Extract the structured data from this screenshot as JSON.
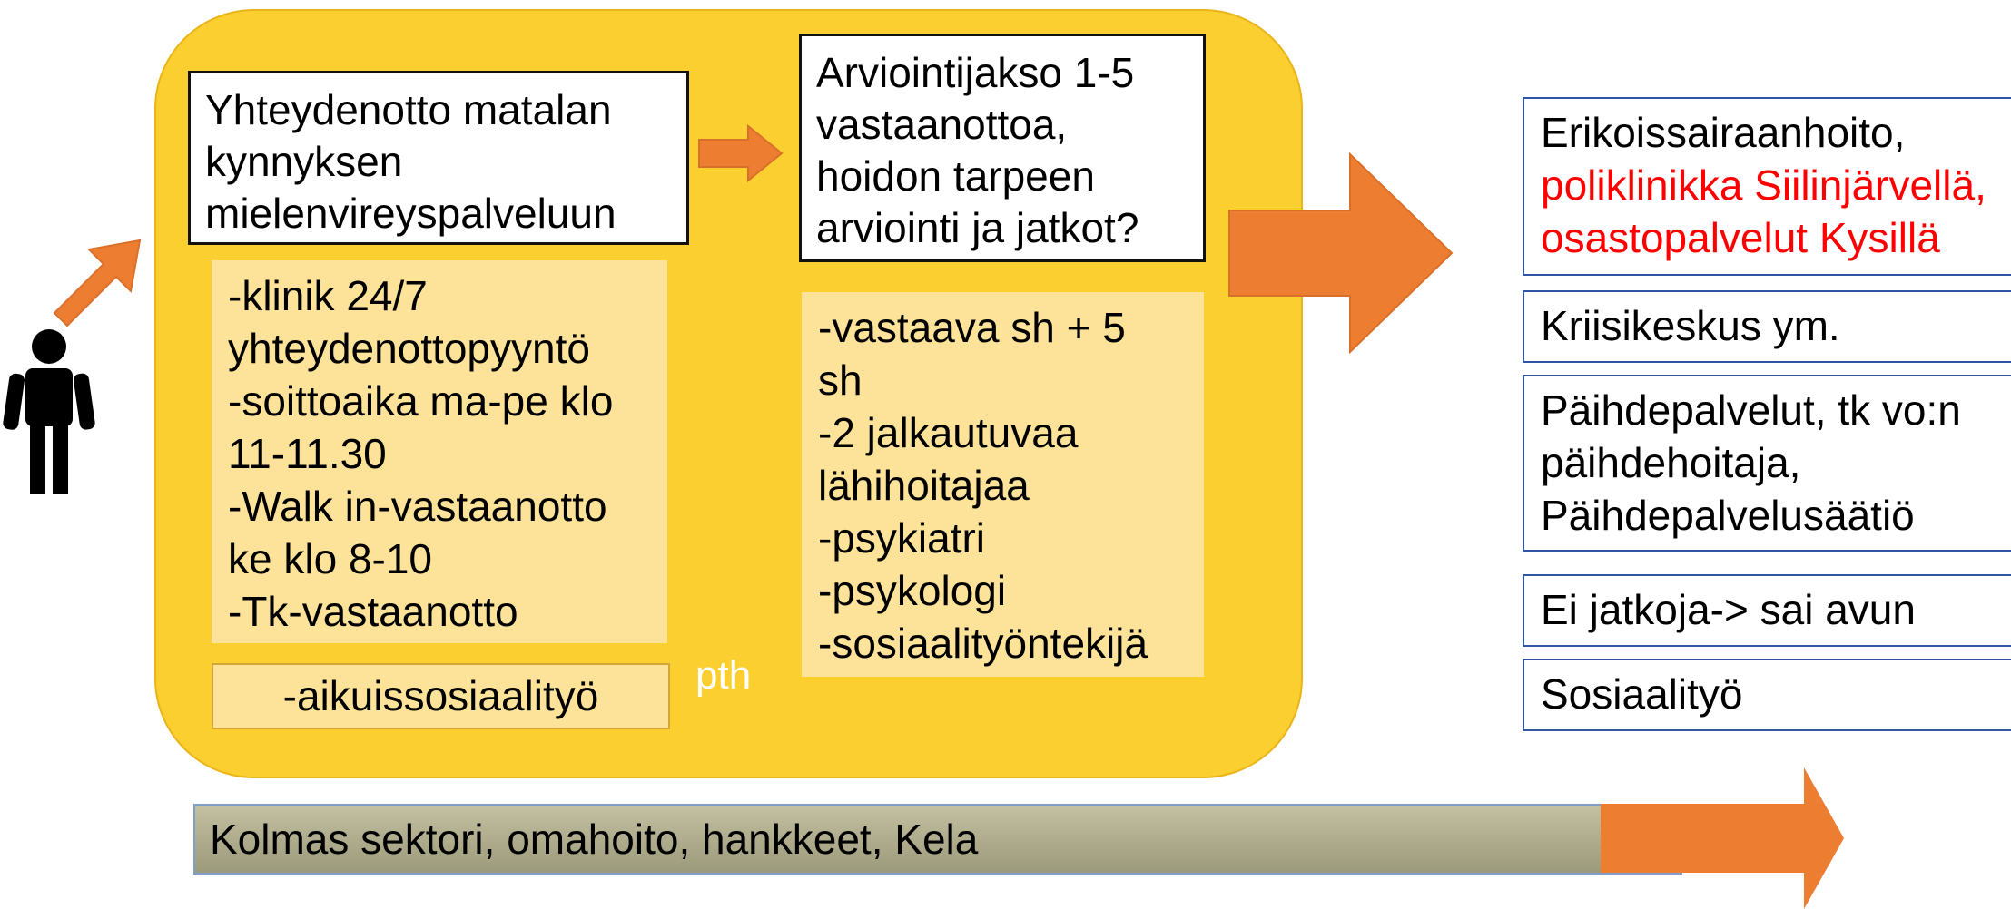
{
  "colors": {
    "panel": "#fccf31",
    "arrow": "#ed7d31",
    "light_box": "#fde39a",
    "border_blue": "#2f55a4",
    "red_text": "#ff0000"
  },
  "icons": {
    "person": "person-icon"
  },
  "left_column": {
    "title_lines": [
      "Yhteydenotto matalan",
      "kynnyksen",
      "mielenvireyspalveluun"
    ],
    "detail_lines": [
      "-klinik 24/7",
      "yhteydenottopyyntö",
      "-soittoaika ma-pe klo",
      "11-11.30",
      "-Walk in-vastaanotto",
      "ke klo 8-10",
      "-Tk-vastaanotto"
    ],
    "footer": "-aikuissosiaalityö"
  },
  "middle_column": {
    "title_lines": [
      "Arviointijakso 1-5",
      "vastaanottoa,",
      "hoidon tarpeen",
      "arviointi ja jatkot?"
    ],
    "detail_lines": [
      "-vastaava sh + 5",
      "sh",
      "-2 jalkautuvaa",
      "lähihoitajaa",
      "-psykiatri",
      "-psykologi",
      "-sosiaalityöntekijä"
    ]
  },
  "pth_label": "pth",
  "outcomes": {
    "specialist": {
      "line1": "Erikoissairaanhoito,",
      "line2": "poliklinikka Siilinjärvellä,",
      "line3": "osastopalvelut Kysillä"
    },
    "crisis": "Kriisikeskus ym.",
    "substance_lines": [
      "Päihdepalvelut, tk vo:n",
      "päihdehoitaja,",
      "Päihdepalvelusäätiö"
    ],
    "none": "Ei jatkoja-> sai avun",
    "social": "Sosiaalityö"
  },
  "bottom_bar": "Kolmas sektori, omahoito, hankkeet, Kela"
}
